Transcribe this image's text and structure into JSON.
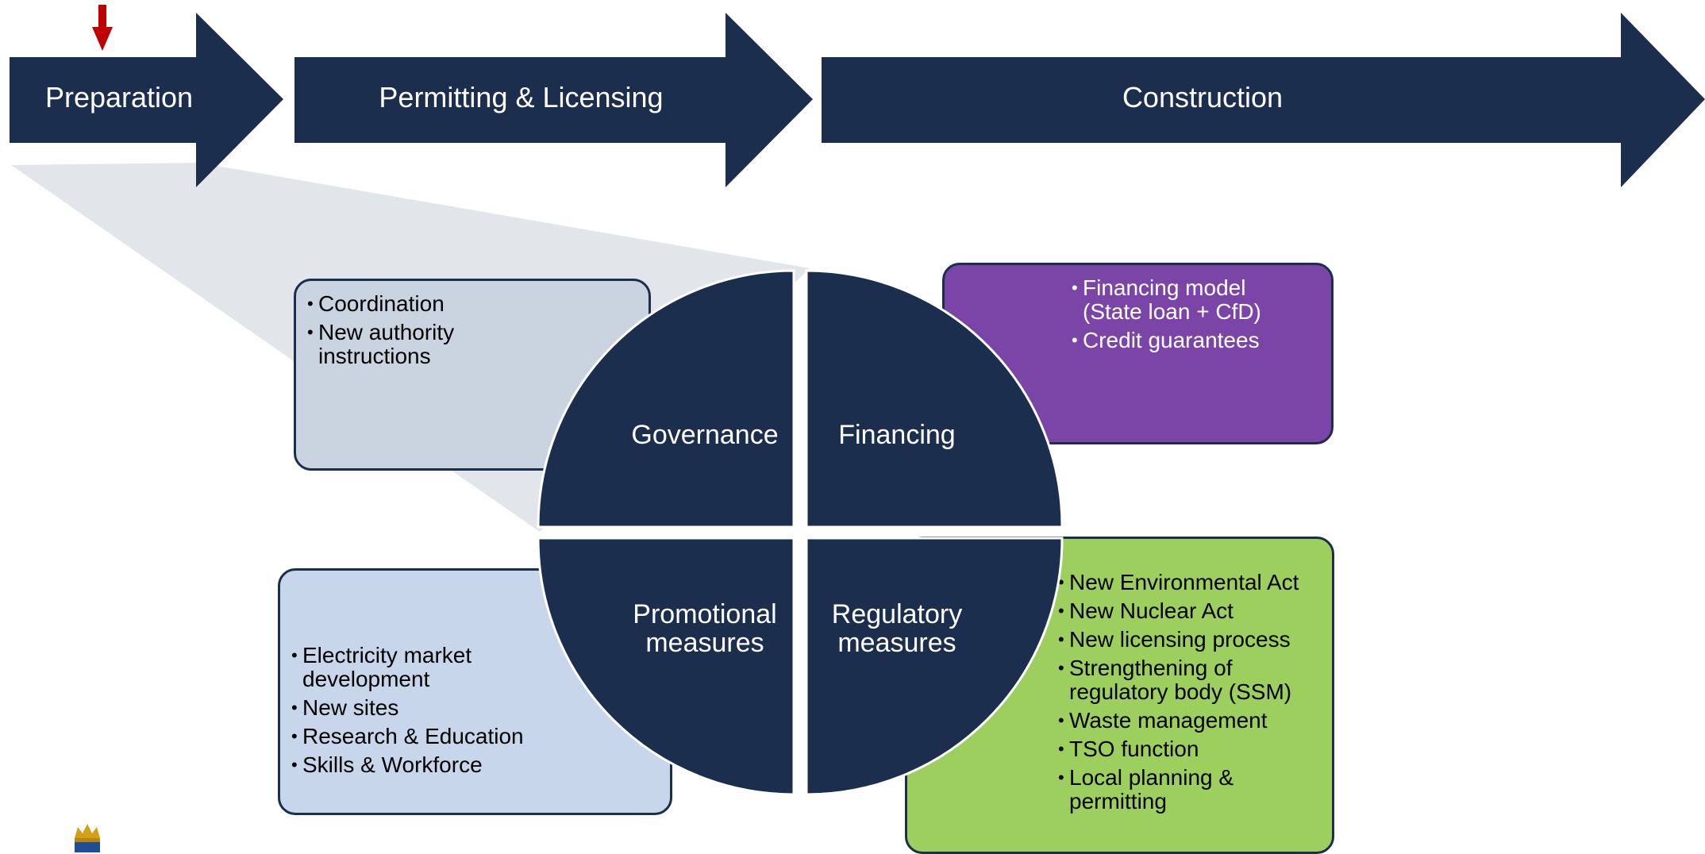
{
  "colors": {
    "navy": "#1c2e4d",
    "marker_red": "#c00000",
    "governance_box": "#c9d4e0",
    "financing_box": "#7b45a8",
    "promotional_box": "#c8d6ec",
    "regulatory_box": "#9ccf5e",
    "zoom_wedge": "#e2e5e9"
  },
  "timeline": {
    "marker_icon": "down-arrow-marker",
    "phases": [
      {
        "label": "Preparation"
      },
      {
        "label": "Permitting & Licensing"
      },
      {
        "label": "Construction"
      }
    ]
  },
  "circle": {
    "quadrants": [
      {
        "label": "Governance"
      },
      {
        "label": "Financing"
      },
      {
        "label": "Promotional measures"
      },
      {
        "label": "Regulatory measures"
      }
    ]
  },
  "boxes": {
    "governance": {
      "items": [
        "Coordination",
        "New authority instructions"
      ]
    },
    "financing": {
      "items": [
        "Financing model (State loan + CfD)",
        "Credit guarantees"
      ]
    },
    "promotional": {
      "items": [
        "Electricity market development",
        "New sites",
        "Research & Education",
        "Skills & Workforce"
      ]
    },
    "regulatory": {
      "items": [
        "New Environmental Act",
        "New Nuclear Act",
        "New licensing process",
        "Strengthening of regulatory body (SSM)",
        "Waste management",
        "TSO function",
        "Local planning & permitting"
      ]
    }
  },
  "logo": {
    "icon": "crown-logo-icon"
  }
}
